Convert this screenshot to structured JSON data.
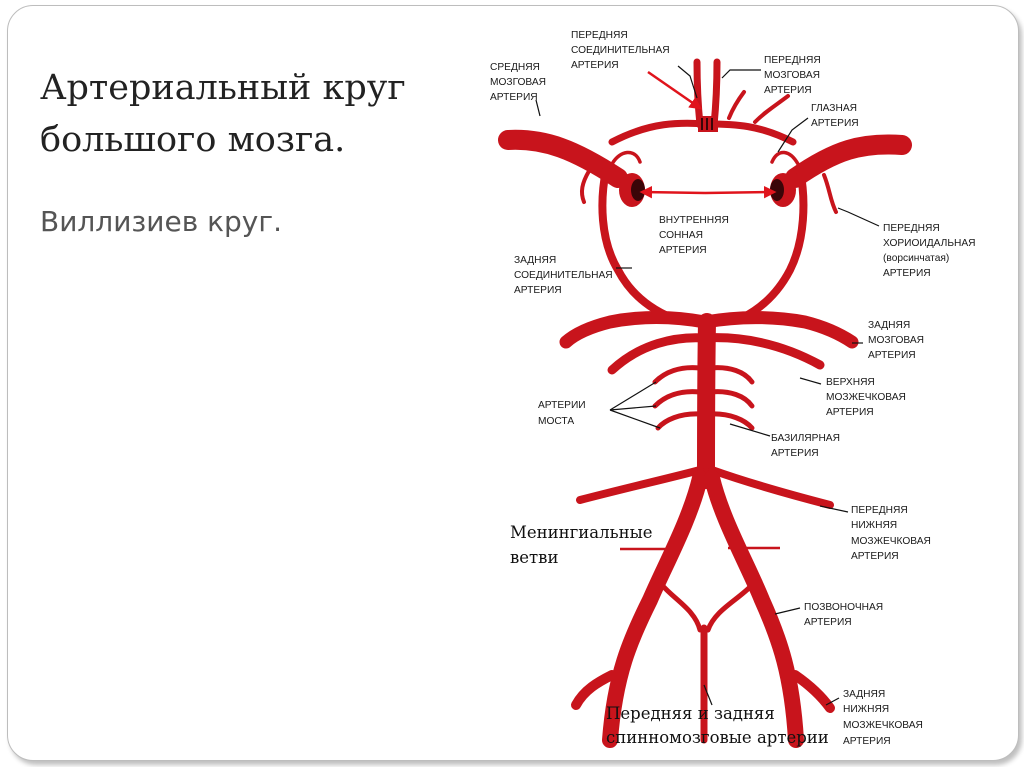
{
  "slide": {
    "title": "Артериальный круг большого мозга.",
    "subtitle": "Виллизиев круг."
  },
  "labels": {
    "anterior_communicating": [
      "ПЕРЕДНЯЯ",
      "СОЕДИНИТЕЛЬНАЯ",
      "АРТЕРИЯ"
    ],
    "middle_cerebral": [
      "СРЕДНЯЯ",
      "МОЗГОВАЯ",
      "АРТЕРИЯ"
    ],
    "anterior_cerebral": [
      "ПЕРЕДНЯЯ",
      "МОЗГОВАЯ",
      "АРТЕРИЯ"
    ],
    "ophthalmic": [
      "ГЛАЗНАЯ",
      "АРТЕРИЯ"
    ],
    "internal_carotid": [
      "ВНУТРЕННЯЯ",
      "СОННАЯ",
      "АРТЕРИЯ"
    ],
    "anterior_choroidal": [
      "ПЕРЕДНЯЯ",
      "ХОРИОИДАЛЬНАЯ",
      "(ворсинчатая)",
      "АРТЕРИЯ"
    ],
    "posterior_communicating": [
      "ЗАДНЯЯ",
      "СОЕДИНИТЕЛЬНАЯ",
      "АРТЕРИЯ"
    ],
    "posterior_cerebral": [
      "ЗАДНЯЯ",
      "МОЗГОВАЯ",
      "АРТЕРИЯ"
    ],
    "superior_cerebellar": [
      "ВЕРХНЯЯ",
      "МОЗЖЕЧКОВАЯ",
      "АРТЕРИЯ"
    ],
    "pontine": [
      "АРТЕРИИ",
      "МОСТА"
    ],
    "basilar": [
      "БАЗИЛЯРНАЯ",
      "АРТЕРИЯ"
    ],
    "anterior_inferior_cerebellar": [
      "ПЕРЕДНЯЯ",
      "НИЖНЯЯ",
      "МОЗЖЕЧКОВАЯ",
      "АРТЕРИЯ"
    ],
    "meningeal_branches": [
      "Менингиальные",
      "ветви"
    ],
    "vertebral": [
      "ПОЗВОНОЧНАЯ",
      "АРТЕРИЯ"
    ],
    "posterior_inferior_cerebellar": [
      "ЗАДНЯЯ",
      "НИЖНЯЯ",
      "МОЗЖЕЧКОВАЯ",
      "АРТЕРИЯ"
    ],
    "spinal": [
      "Передняя и задняя",
      "спинномозговые артерии"
    ]
  },
  "colors": {
    "artery": "#c8141c",
    "highlight_arrow": "#e0141c",
    "frame_border": "#bdbdbd",
    "title_text": "#222222",
    "subtitle_text": "#555555"
  }
}
